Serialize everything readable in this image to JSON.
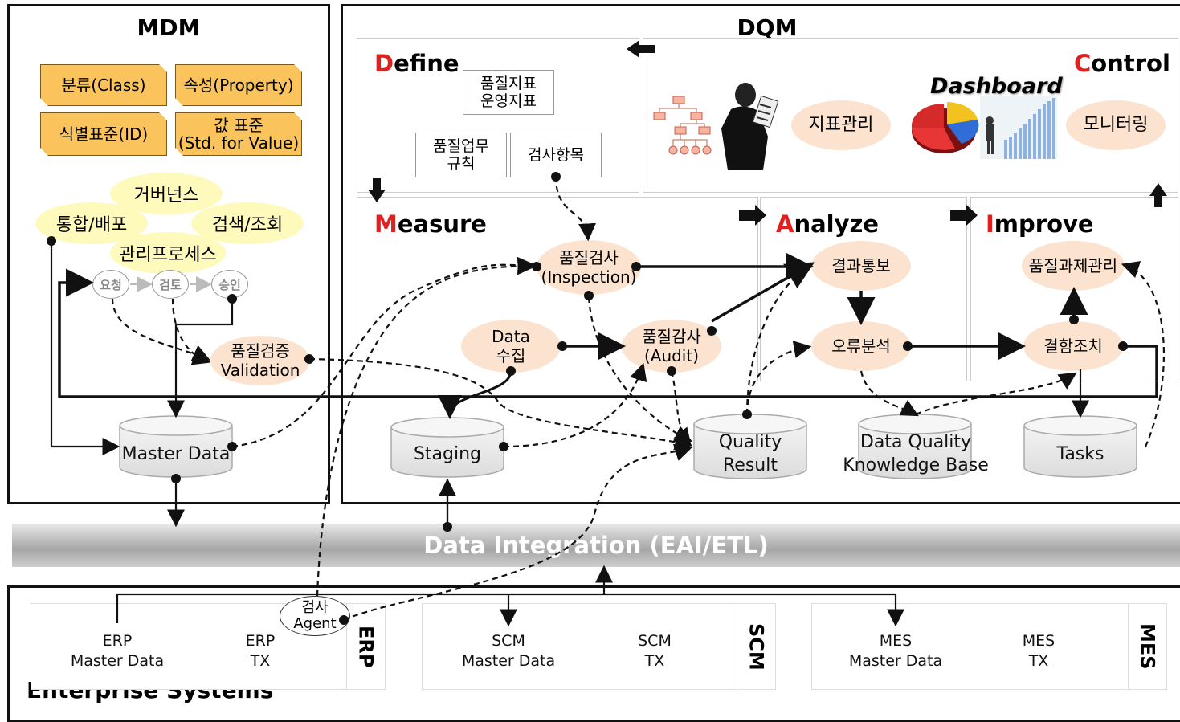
{
  "mdm": {
    "title": "MDM",
    "tags": [
      "분류(Class)",
      "속성(Property)",
      "식별표준(ID)",
      "값 표준\n(Std. for Value)"
    ],
    "governance": [
      "거버넌스",
      "통합/배포",
      "검색/조회",
      "관리프로세스"
    ],
    "process_steps": [
      "요청",
      "검토",
      "승인"
    ],
    "validation": "품질검증\nValidation",
    "master_data": "Master Data"
  },
  "dqm": {
    "title": "DQM",
    "define": {
      "first": "D",
      "rest": "efine",
      "boxes": [
        "품질지표\n운영지표",
        "품질업무\n규칙",
        "검사항목"
      ]
    },
    "control": {
      "first": "C",
      "rest": "ontrol",
      "metric_mgmt": "지표관리",
      "dashboard": "Dashboard",
      "monitoring": "모니터링"
    },
    "measure": {
      "first": "M",
      "rest": "easure",
      "inspection": "품질검사\n(Inspection)",
      "collect": "Data\n수집",
      "audit": "품질감사\n(Audit)"
    },
    "analyze": {
      "first": "A",
      "rest": "nalyze",
      "notify": "결과통보",
      "error": "오류분석"
    },
    "improve": {
      "first": "I",
      "rest": "mprove",
      "task_mgmt": "품질과제관리",
      "fix": "결함조치"
    },
    "stores": [
      "Staging",
      "Quality\nResult",
      "Data Quality\nKnowledge Base",
      "Tasks"
    ]
  },
  "integration": "Data Integration (EAI/ETL)",
  "enterprise": {
    "title": "Enterprise Systems",
    "agent": "검사\nAgent",
    "systems": [
      {
        "name": "ERP",
        "master": "ERP\nMaster Data",
        "tx": "ERP\nTX"
      },
      {
        "name": "SCM",
        "master": "SCM\nMaster Data",
        "tx": "SCM\nTX"
      },
      {
        "name": "MES",
        "master": "MES\nMaster Data",
        "tx": "MES\nTX"
      }
    ]
  },
  "colors": {
    "accent_red": "#e0201e",
    "tag_orange": "#fbc35b",
    "ellipse_peach": "#fbe3cf",
    "ellipse_yellow": "#fefabc"
  }
}
